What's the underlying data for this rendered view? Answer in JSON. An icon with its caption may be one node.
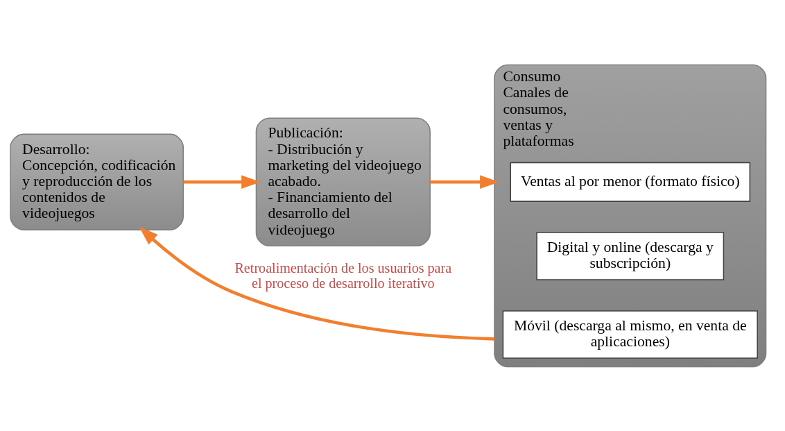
{
  "diagram": {
    "nodes": [
      {
        "text": [
          "Desarrollo:",
          "Concepción, codificación y reproducción de los contenidos de videojuegos"
        ]
      },
      {
        "text": [
          "Publicación:",
          "- Distribución y marketing del videojuego acabado.",
          "- Financiamiento del desarrollo del videojuego"
        ]
      },
      {
        "text": [
          "Consumo",
          "Canales de consumos, ventas y plataformas"
        ]
      },
      {
        "text": [
          "Ventas al por menor (formato físico)"
        ],
        "in": 2
      },
      {
        "text": [
          "Digital y online (descarga y subscripción)"
        ],
        "in": 2
      },
      {
        "text": [
          "Móvil (descarga al mismo, en venta de aplicaciones)"
        ],
        "in": 2
      }
    ],
    "edges": [
      {
        "from": 0,
        "to": 1,
        "arrow": "to"
      },
      {
        "from": 1,
        "to": 2,
        "arrow": "to"
      },
      {
        "from": 2,
        "to": 0,
        "arrow": "to",
        "label": "Retroalimentación de los usuarios para el proceso de desarrollo iterativo"
      }
    ]
  }
}
